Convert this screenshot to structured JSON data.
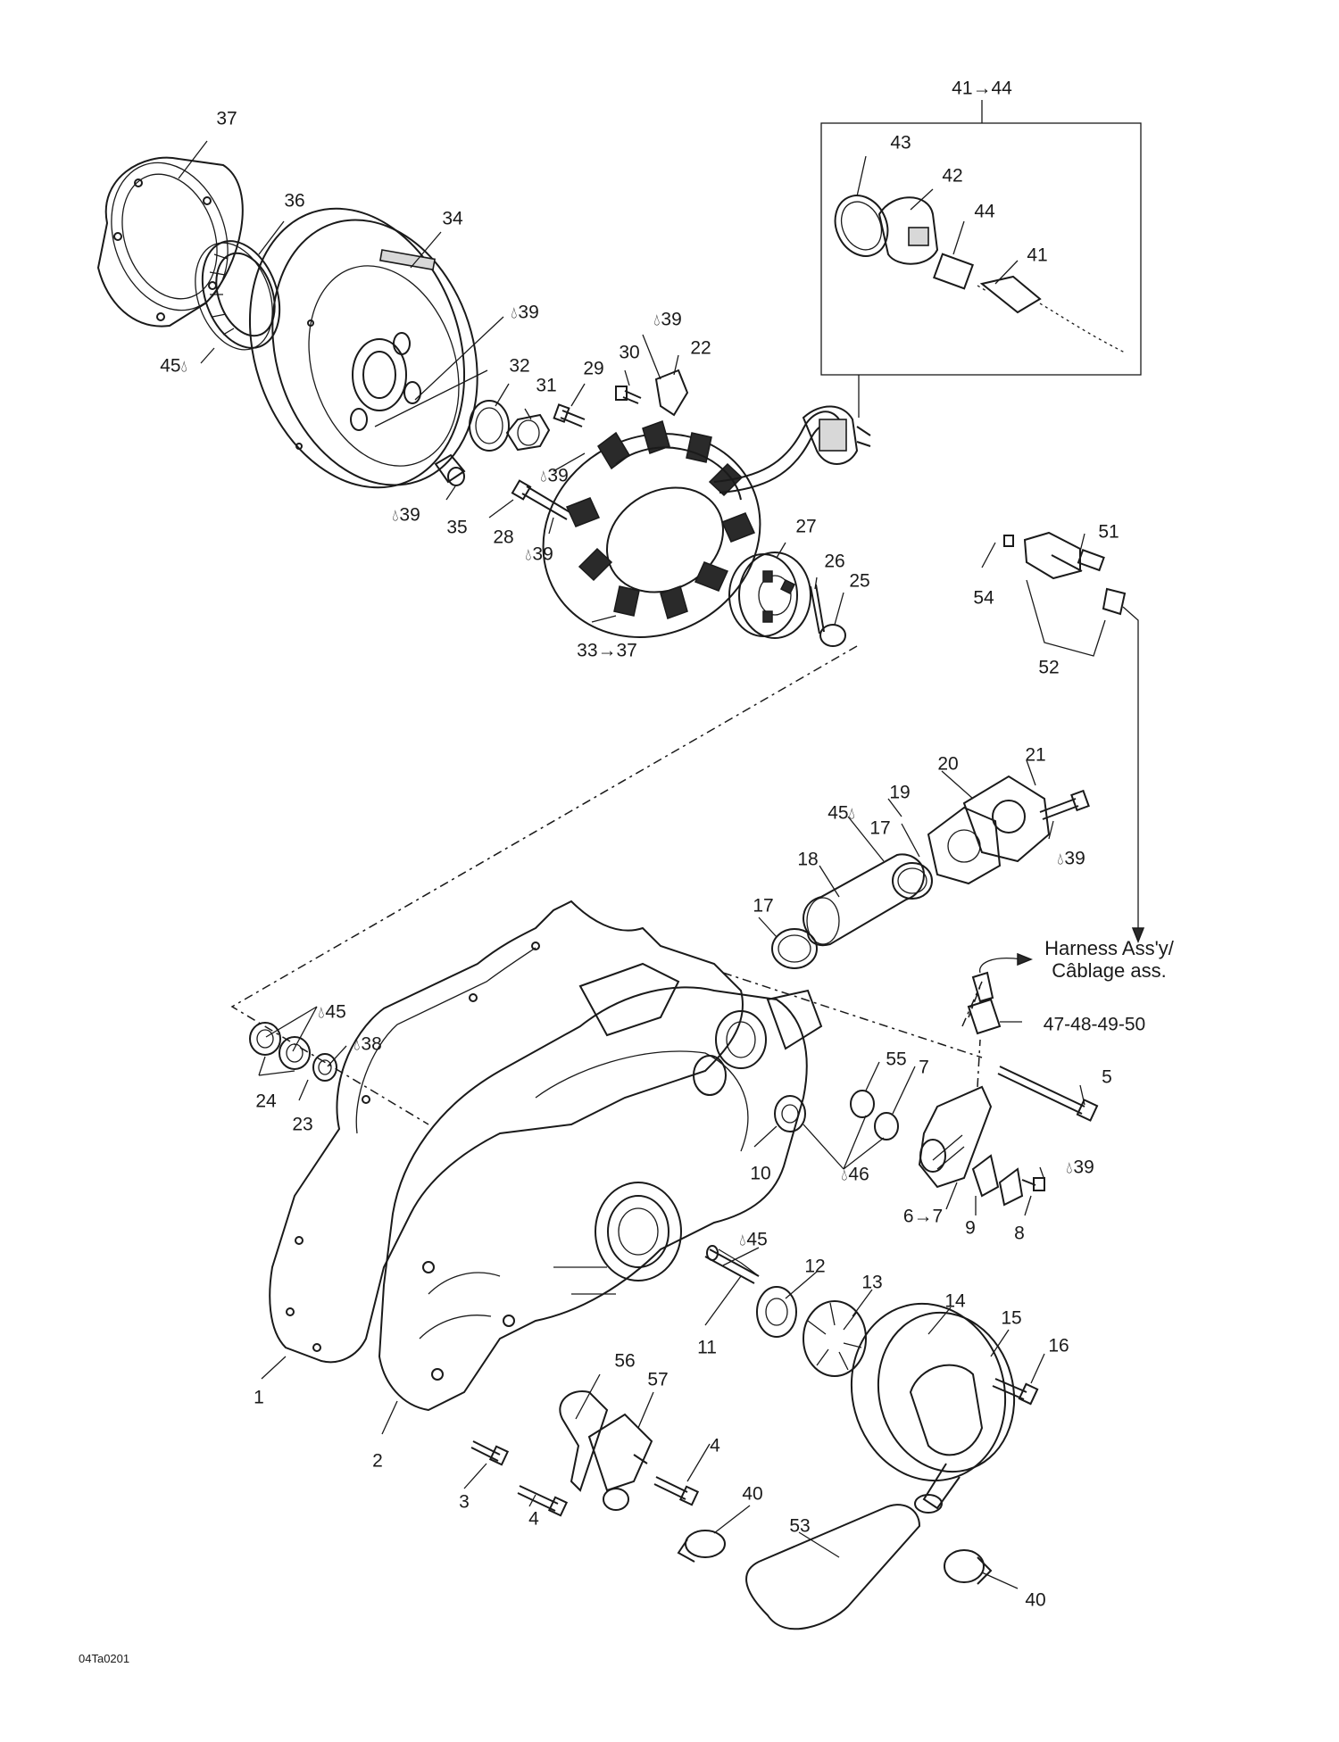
{
  "diagram": {
    "drawing_code": "04Ta0201",
    "harness_label_line1": "Harness Ass'y/",
    "harness_label_line2": "Câblage ass.",
    "lubricant_icon": "oil-drop-icon",
    "callouts": [
      {
        "id": "c37",
        "text": "37"
      },
      {
        "id": "c36",
        "text": "36"
      },
      {
        "id": "c34",
        "text": "34"
      },
      {
        "id": "c45a",
        "text": "45",
        "lubricant": true
      },
      {
        "id": "c39a",
        "text": "39",
        "lubricant": true
      },
      {
        "id": "c39b",
        "text": "39",
        "lubricant": true
      },
      {
        "id": "c32",
        "text": "32"
      },
      {
        "id": "c31",
        "text": "31"
      },
      {
        "id": "c29",
        "text": "29"
      },
      {
        "id": "c30",
        "text": "30"
      },
      {
        "id": "c22",
        "text": "22"
      },
      {
        "id": "c39c",
        "text": "39",
        "lubricant": true
      },
      {
        "id": "c39d",
        "text": "39",
        "lubricant": true
      },
      {
        "id": "c35",
        "text": "35"
      },
      {
        "id": "c28",
        "text": "28"
      },
      {
        "id": "c39e",
        "text": "39",
        "lubricant": true
      },
      {
        "id": "c27",
        "text": "27"
      },
      {
        "id": "c26",
        "text": "26"
      },
      {
        "id": "c25",
        "text": "25"
      },
      {
        "id": "c33_37",
        "text": "33→37"
      },
      {
        "id": "c41_44",
        "text": "41→44"
      },
      {
        "id": "c43",
        "text": "43"
      },
      {
        "id": "c42",
        "text": "42"
      },
      {
        "id": "c44",
        "text": "44"
      },
      {
        "id": "c41",
        "text": "41"
      },
      {
        "id": "c51",
        "text": "51"
      },
      {
        "id": "c54",
        "text": "54"
      },
      {
        "id": "c52",
        "text": "52"
      },
      {
        "id": "c20",
        "text": "20"
      },
      {
        "id": "c21",
        "text": "21"
      },
      {
        "id": "c19",
        "text": "19"
      },
      {
        "id": "c45b",
        "text": "45",
        "lubricant": true
      },
      {
        "id": "c17a",
        "text": "17"
      },
      {
        "id": "c18",
        "text": "18"
      },
      {
        "id": "c39f",
        "text": "39",
        "lubricant": true
      },
      {
        "id": "c17b",
        "text": "17"
      },
      {
        "id": "c45c",
        "text": "45",
        "lubricant": true
      },
      {
        "id": "c38",
        "text": "38",
        "lubricant": true
      },
      {
        "id": "c24",
        "text": "24"
      },
      {
        "id": "c23",
        "text": "23"
      },
      {
        "id": "c47_50",
        "text": "47-48-49-50"
      },
      {
        "id": "c55",
        "text": "55"
      },
      {
        "id": "c7a",
        "text": "7"
      },
      {
        "id": "c5",
        "text": "5"
      },
      {
        "id": "c10",
        "text": "10"
      },
      {
        "id": "c46",
        "text": "46",
        "lubricant": true
      },
      {
        "id": "c39g",
        "text": "39",
        "lubricant": true
      },
      {
        "id": "c6_7",
        "text": "6→7"
      },
      {
        "id": "c9",
        "text": "9"
      },
      {
        "id": "c8",
        "text": "8"
      },
      {
        "id": "c45d",
        "text": "45",
        "lubricant": true
      },
      {
        "id": "c12",
        "text": "12"
      },
      {
        "id": "c13",
        "text": "13"
      },
      {
        "id": "c14",
        "text": "14"
      },
      {
        "id": "c15",
        "text": "15"
      },
      {
        "id": "c16",
        "text": "16"
      },
      {
        "id": "c11",
        "text": "11"
      },
      {
        "id": "c56",
        "text": "56"
      },
      {
        "id": "c57",
        "text": "57"
      },
      {
        "id": "c1",
        "text": "1"
      },
      {
        "id": "c2",
        "text": "2"
      },
      {
        "id": "c3",
        "text": "3"
      },
      {
        "id": "c4a",
        "text": "4"
      },
      {
        "id": "c4b",
        "text": "4"
      },
      {
        "id": "c40a",
        "text": "40"
      },
      {
        "id": "c53",
        "text": "53"
      },
      {
        "id": "c40b",
        "text": "40"
      }
    ]
  }
}
